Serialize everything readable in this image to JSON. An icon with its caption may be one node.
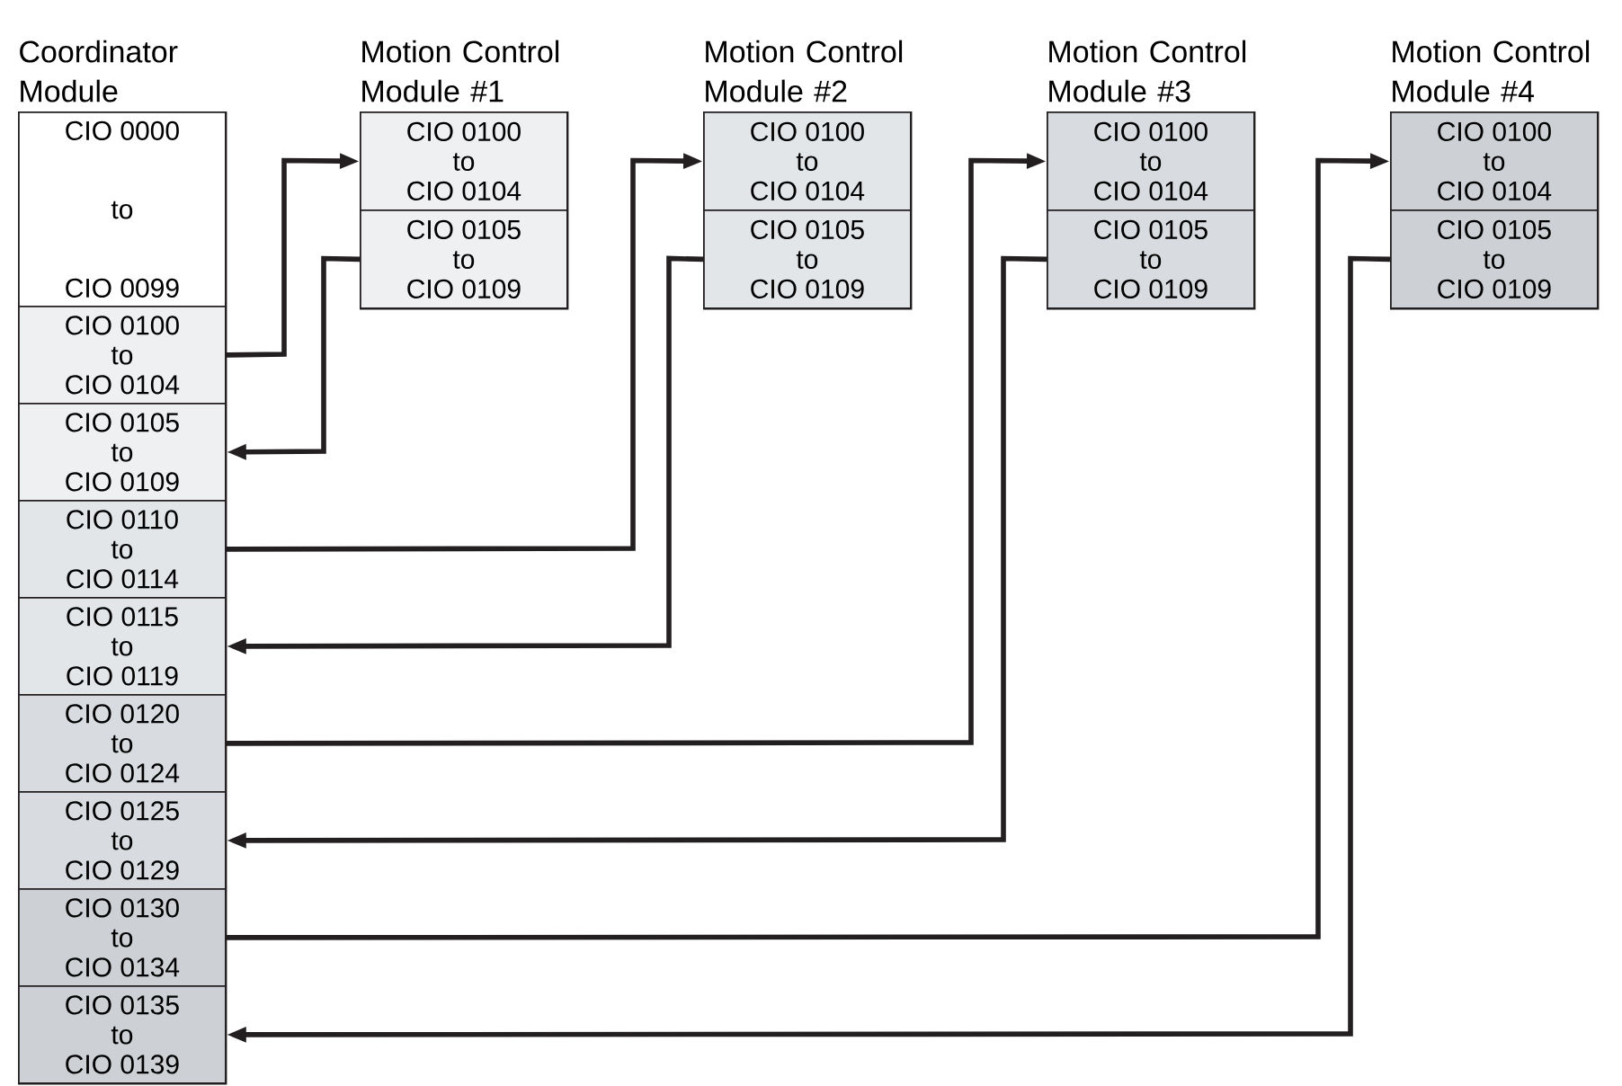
{
  "diagram": {
    "nodes": [
      {
        "text": [
          "Coordinator Module"
        ]
      },
      {
        "text": [
          "CIO 0000",
          "to",
          "CIO 0099"
        ],
        "in": 0
      },
      {
        "text": [
          "CIO 0100",
          "to",
          "CIO 0104"
        ],
        "in": 0
      },
      {
        "text": [
          "CIO 0105",
          "to",
          "CIO 0109"
        ],
        "in": 0
      },
      {
        "text": [
          "CIO 0110",
          "to",
          "CIO 0114"
        ],
        "in": 0
      },
      {
        "text": [
          "CIO 0115",
          "to",
          "CIO 0119"
        ],
        "in": 0
      },
      {
        "text": [
          "CIO 0120",
          "to",
          "CIO 0124"
        ],
        "in": 0
      },
      {
        "text": [
          "CIO 0125",
          "to",
          "CIO 0129"
        ],
        "in": 0
      },
      {
        "text": [
          "CIO 0130",
          "to",
          "CIO 0134"
        ],
        "in": 0
      },
      {
        "text": [
          "CIO 0135",
          "to",
          "CIO 0139"
        ],
        "in": 0
      },
      {
        "text": [
          "Motion Control Module #1"
        ]
      },
      {
        "text": [
          "CIO 0100",
          "to",
          "CIO 0104"
        ],
        "in": 10
      },
      {
        "text": [
          "CIO 0105",
          "to",
          "CIO 0109"
        ],
        "in": 10
      },
      {
        "text": [
          "Motion Control Module #2"
        ]
      },
      {
        "text": [
          "CIO 0100",
          "to",
          "CIO 0104"
        ],
        "in": 13
      },
      {
        "text": [
          "CIO 0105",
          "to",
          "CIO 0109"
        ],
        "in": 13
      },
      {
        "text": [
          "Motion Control Module #3"
        ]
      },
      {
        "text": [
          "CIO 0100",
          "to",
          "CIO 0104"
        ],
        "in": 16
      },
      {
        "text": [
          "CIO 0105",
          "to",
          "CIO 0109"
        ],
        "in": 16
      },
      {
        "text": [
          "Motion Control Module #4"
        ]
      },
      {
        "text": [
          "CIO 0100",
          "to",
          "CIO 0104"
        ],
        "in": 19
      },
      {
        "text": [
          "CIO 0105",
          "to",
          "CIO 0109"
        ],
        "in": 19
      }
    ],
    "edges": [
      {
        "from": 2,
        "to": 11,
        "arrow": "to"
      },
      {
        "from": 12,
        "to": 3,
        "arrow": "to"
      },
      {
        "from": 4,
        "to": 14,
        "arrow": "to"
      },
      {
        "from": 15,
        "to": 5,
        "arrow": "to"
      },
      {
        "from": 6,
        "to": 17,
        "arrow": "to"
      },
      {
        "from": 18,
        "to": 7,
        "arrow": "to"
      },
      {
        "from": 8,
        "to": 20,
        "arrow": "to"
      },
      {
        "from": 21,
        "to": 9,
        "arrow": "to"
      }
    ]
  }
}
